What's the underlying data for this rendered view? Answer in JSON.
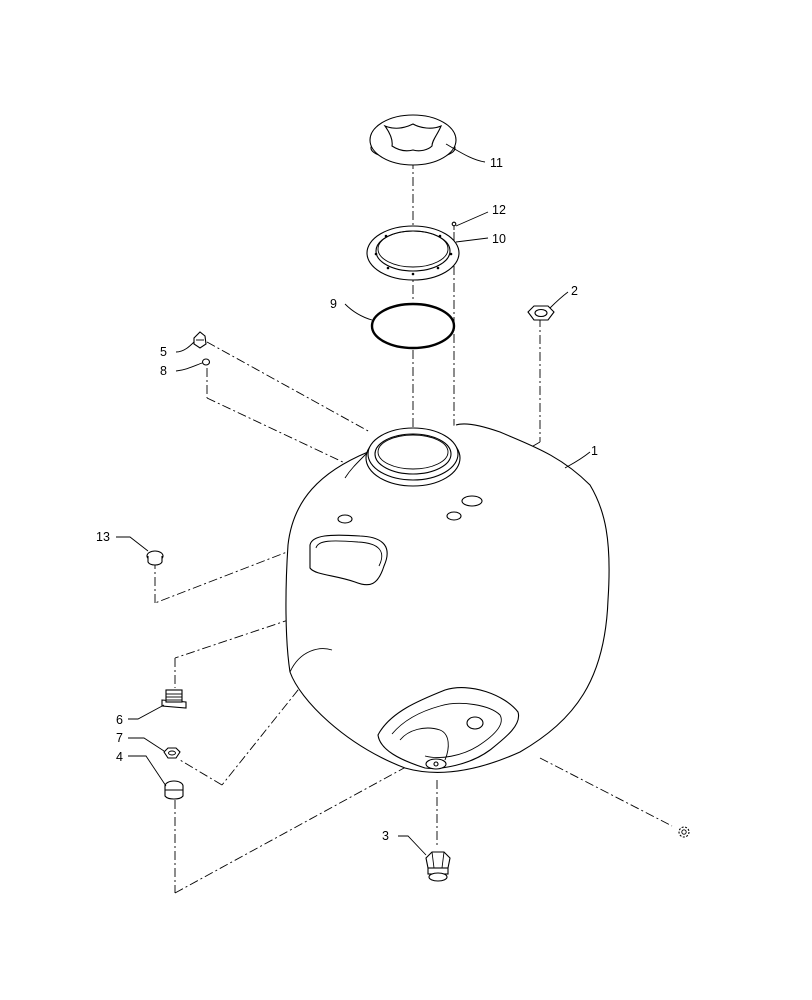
{
  "diagram": {
    "callouts": [
      {
        "id": "callout-1",
        "text": "1"
      },
      {
        "id": "callout-2",
        "text": "2"
      },
      {
        "id": "callout-3",
        "text": "3"
      },
      {
        "id": "callout-4",
        "text": "4"
      },
      {
        "id": "callout-5",
        "text": "5"
      },
      {
        "id": "callout-6",
        "text": "6"
      },
      {
        "id": "callout-7",
        "text": "7"
      },
      {
        "id": "callout-8",
        "text": "8"
      },
      {
        "id": "callout-9",
        "text": "9"
      },
      {
        "id": "callout-10",
        "text": "10"
      },
      {
        "id": "callout-11",
        "text": "11"
      },
      {
        "id": "callout-12",
        "text": "12"
      },
      {
        "id": "callout-13",
        "text": "13"
      }
    ],
    "colors": {
      "line": "#000000",
      "background": "#ffffff"
    }
  }
}
